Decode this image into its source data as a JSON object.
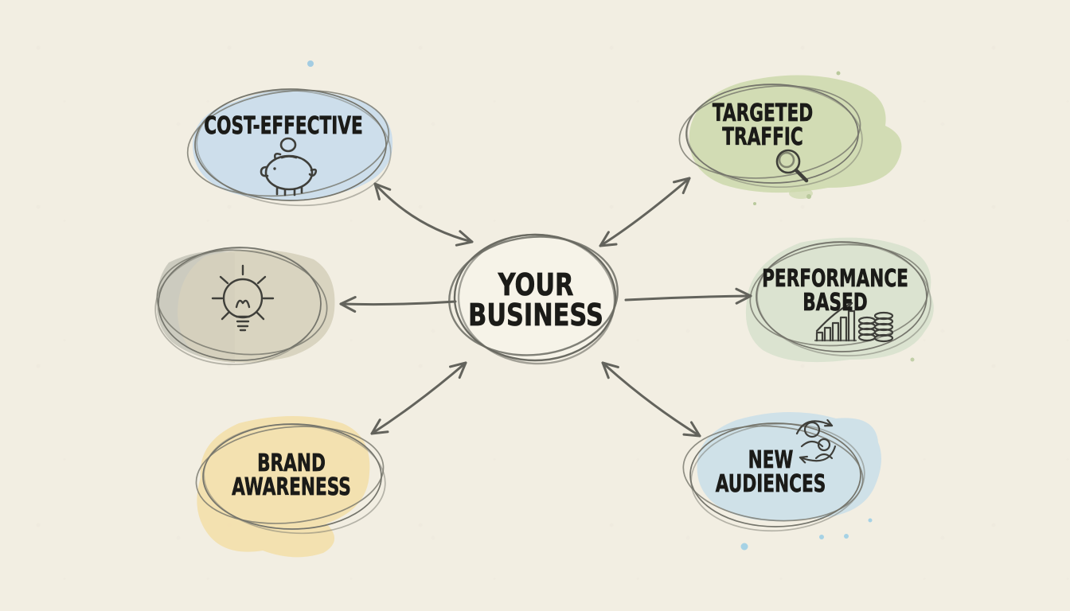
{
  "background": {
    "paper_color": "#f2eee2"
  },
  "palette": {
    "ink": "#1b1b18",
    "sketch_line": "#75756c",
    "arrow_line": "#63635c",
    "icon_line": "#3f3f3a",
    "blue_blob": "#c9dcec",
    "green_blob": "#ccd8ac",
    "pale_green_blob": "#d8e1ce",
    "tan_blob": "#d6d0bc",
    "gray_blob": "#c6c4b8",
    "yellow_blob": "#f3dfab",
    "pale_blue_blob": "#cbdfe9"
  },
  "diagram": {
    "center": {
      "label": "YOUR\nBUSINESS"
    },
    "nodes": [
      {
        "id": "cost-effective",
        "label": "COST-EFFECTIVE",
        "icon": "piggy-bank-icon",
        "blob_color": "#c9dcec",
        "position": "top-left"
      },
      {
        "id": "targeted-traffic",
        "label": "TARGETED\nTRAFFIC",
        "icon": "magnifying-glass-icon",
        "blob_color": "#ccd8ac",
        "position": "top-right"
      },
      {
        "id": "idea",
        "label": "",
        "icon": "lightbulb-icon",
        "blob_color": "#d6d0bc",
        "position": "middle-left"
      },
      {
        "id": "performance-based",
        "label": "PERFORMANCE\nBASED",
        "icon": "bar-chart-coins-icon",
        "blob_color": "#d8e1ce",
        "position": "middle-right"
      },
      {
        "id": "brand-awareness",
        "label": "BRAND\nAWARENESS",
        "icon": null,
        "blob_color": "#f3dfab",
        "position": "bottom-left"
      },
      {
        "id": "new-audiences",
        "label": "NEW\nAUDIENCES",
        "icon": "people-cycle-icon",
        "blob_color": "#cbdfe9",
        "position": "bottom-right"
      }
    ],
    "connectors": [
      {
        "from": "center",
        "to": "cost-effective",
        "style": "curved",
        "double_headed": true
      },
      {
        "from": "center",
        "to": "targeted-traffic",
        "style": "curved",
        "double_headed": true
      },
      {
        "from": "center",
        "to": "idea",
        "style": "straight",
        "double_headed": false
      },
      {
        "from": "center",
        "to": "performance-based",
        "style": "straight",
        "double_headed": false
      },
      {
        "from": "center",
        "to": "brand-awareness",
        "style": "curved",
        "double_headed": true
      },
      {
        "from": "center",
        "to": "new-audiences",
        "style": "curved",
        "double_headed": true
      }
    ]
  }
}
